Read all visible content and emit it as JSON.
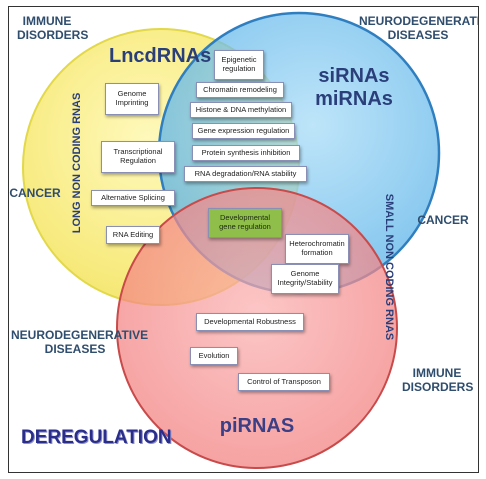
{
  "circles": {
    "lncrna": {
      "title": "LncdRNAs",
      "side_label": "LONG NON CODING RNAS",
      "color": "#fff06a"
    },
    "sirna": {
      "title_line1": "siRNAs",
      "title_line2": "miRNAs",
      "side_label": "SMALL NON CODING RNAS",
      "color": "#7cc4ef"
    },
    "pirna": {
      "title": "piRNAS",
      "color": "#f98a8a"
    }
  },
  "outer_labels": {
    "top_left": {
      "line1": "IMMUNE",
      "line2": "DISORDERS"
    },
    "top_right": {
      "line1": "NEURODEGENERATIVE",
      "line2": "DISEASES"
    },
    "left_mid": "CANCER",
    "right_mid": "CANCER",
    "bottom_left": {
      "line1": "NEURODEGENERATIVE",
      "line2": "DISEASES"
    },
    "bottom_right": {
      "line1": "IMMUNE",
      "line2": "DISORDERS"
    }
  },
  "footer": "DEREGULATION",
  "boxes": {
    "genome_imprinting": "Genome Imprinting",
    "transcriptional_regulation": "Transcriptional Regulation",
    "alternative_splicing": "Alternative Splicing",
    "rna_editing": "RNA Editing",
    "epigenetic_regulation": "Epigenetic regulation",
    "chromatin_remodeling": "Chromatin remodeling",
    "histone_dna_methylation": "Histone & DNA methylation",
    "gene_expression_regulation": "Gene expression regulation",
    "protein_synthesis_inhibition": "Protein synthesis inhibition",
    "rna_degradation_stability": "RNA degradation/RNA stability",
    "developmental_gene_regulation": "Developmental gene regulation",
    "heterochromatin_formation": "Heterochromatin formation",
    "genome_integrity_stability": "Genome Integrity/Stability",
    "developmental_robustness": "Developmental Robustness",
    "evolution": "Evolution",
    "control_of_transposon": "Control of Transposon"
  }
}
